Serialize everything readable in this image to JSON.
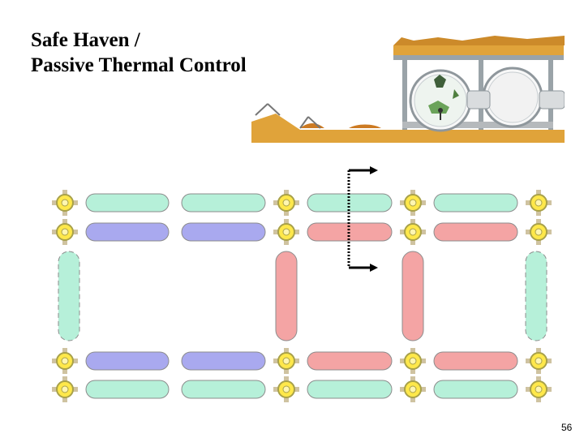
{
  "slide": {
    "title_line1": "Safe Haven /",
    "title_line2": "Passive Thermal Control",
    "page_number": "56"
  },
  "colors": {
    "cool": "#b6f0d9",
    "cold": "#a9a9ef",
    "warm": "#f4a4a4",
    "node_fill": "#ffe84a",
    "node_stroke": "#a8a14a",
    "strut": "#cfc3a1",
    "regolith": "#e0a33a",
    "frame": "#9aa3a8"
  },
  "diagram": {
    "type": "module-grid",
    "rows": [
      {
        "band": "upper",
        "line": 1,
        "segments": [
          "cool",
          "cool",
          "cool",
          "cool"
        ]
      },
      {
        "band": "upper",
        "line": 2,
        "segments": [
          "cold",
          "cold",
          "warm",
          "warm"
        ]
      },
      {
        "band": "lower",
        "line": 1,
        "segments": [
          "cold",
          "cold",
          "warm",
          "warm"
        ]
      },
      {
        "band": "lower",
        "line": 2,
        "segments": [
          "cool",
          "cool",
          "cool",
          "cool"
        ]
      }
    ],
    "verticals": [
      {
        "column": 1,
        "color": "cool",
        "dashed": true
      },
      {
        "column": 2,
        "color": "warm",
        "dashed": false
      },
      {
        "column": 3,
        "color": "warm",
        "dashed": false
      },
      {
        "column": 4,
        "color": "cool",
        "dashed": true
      }
    ],
    "flow_arrows": 2
  },
  "photo": {
    "subject": "habitat-cross-section",
    "habitat_modules": 2
  }
}
